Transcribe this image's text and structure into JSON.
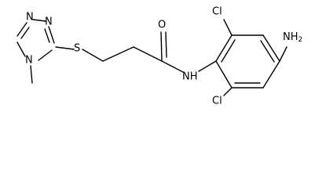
{
  "molecule": {
    "atoms": {
      "n_ring_top": "N",
      "n_ring_mid": "N",
      "n_methyl": "N",
      "sulfur": "S",
      "oxygen": "O",
      "amide_n": "NH",
      "cl_top": "Cl",
      "cl_bottom": "Cl",
      "amine": "NH",
      "amine_sub": "2"
    }
  }
}
